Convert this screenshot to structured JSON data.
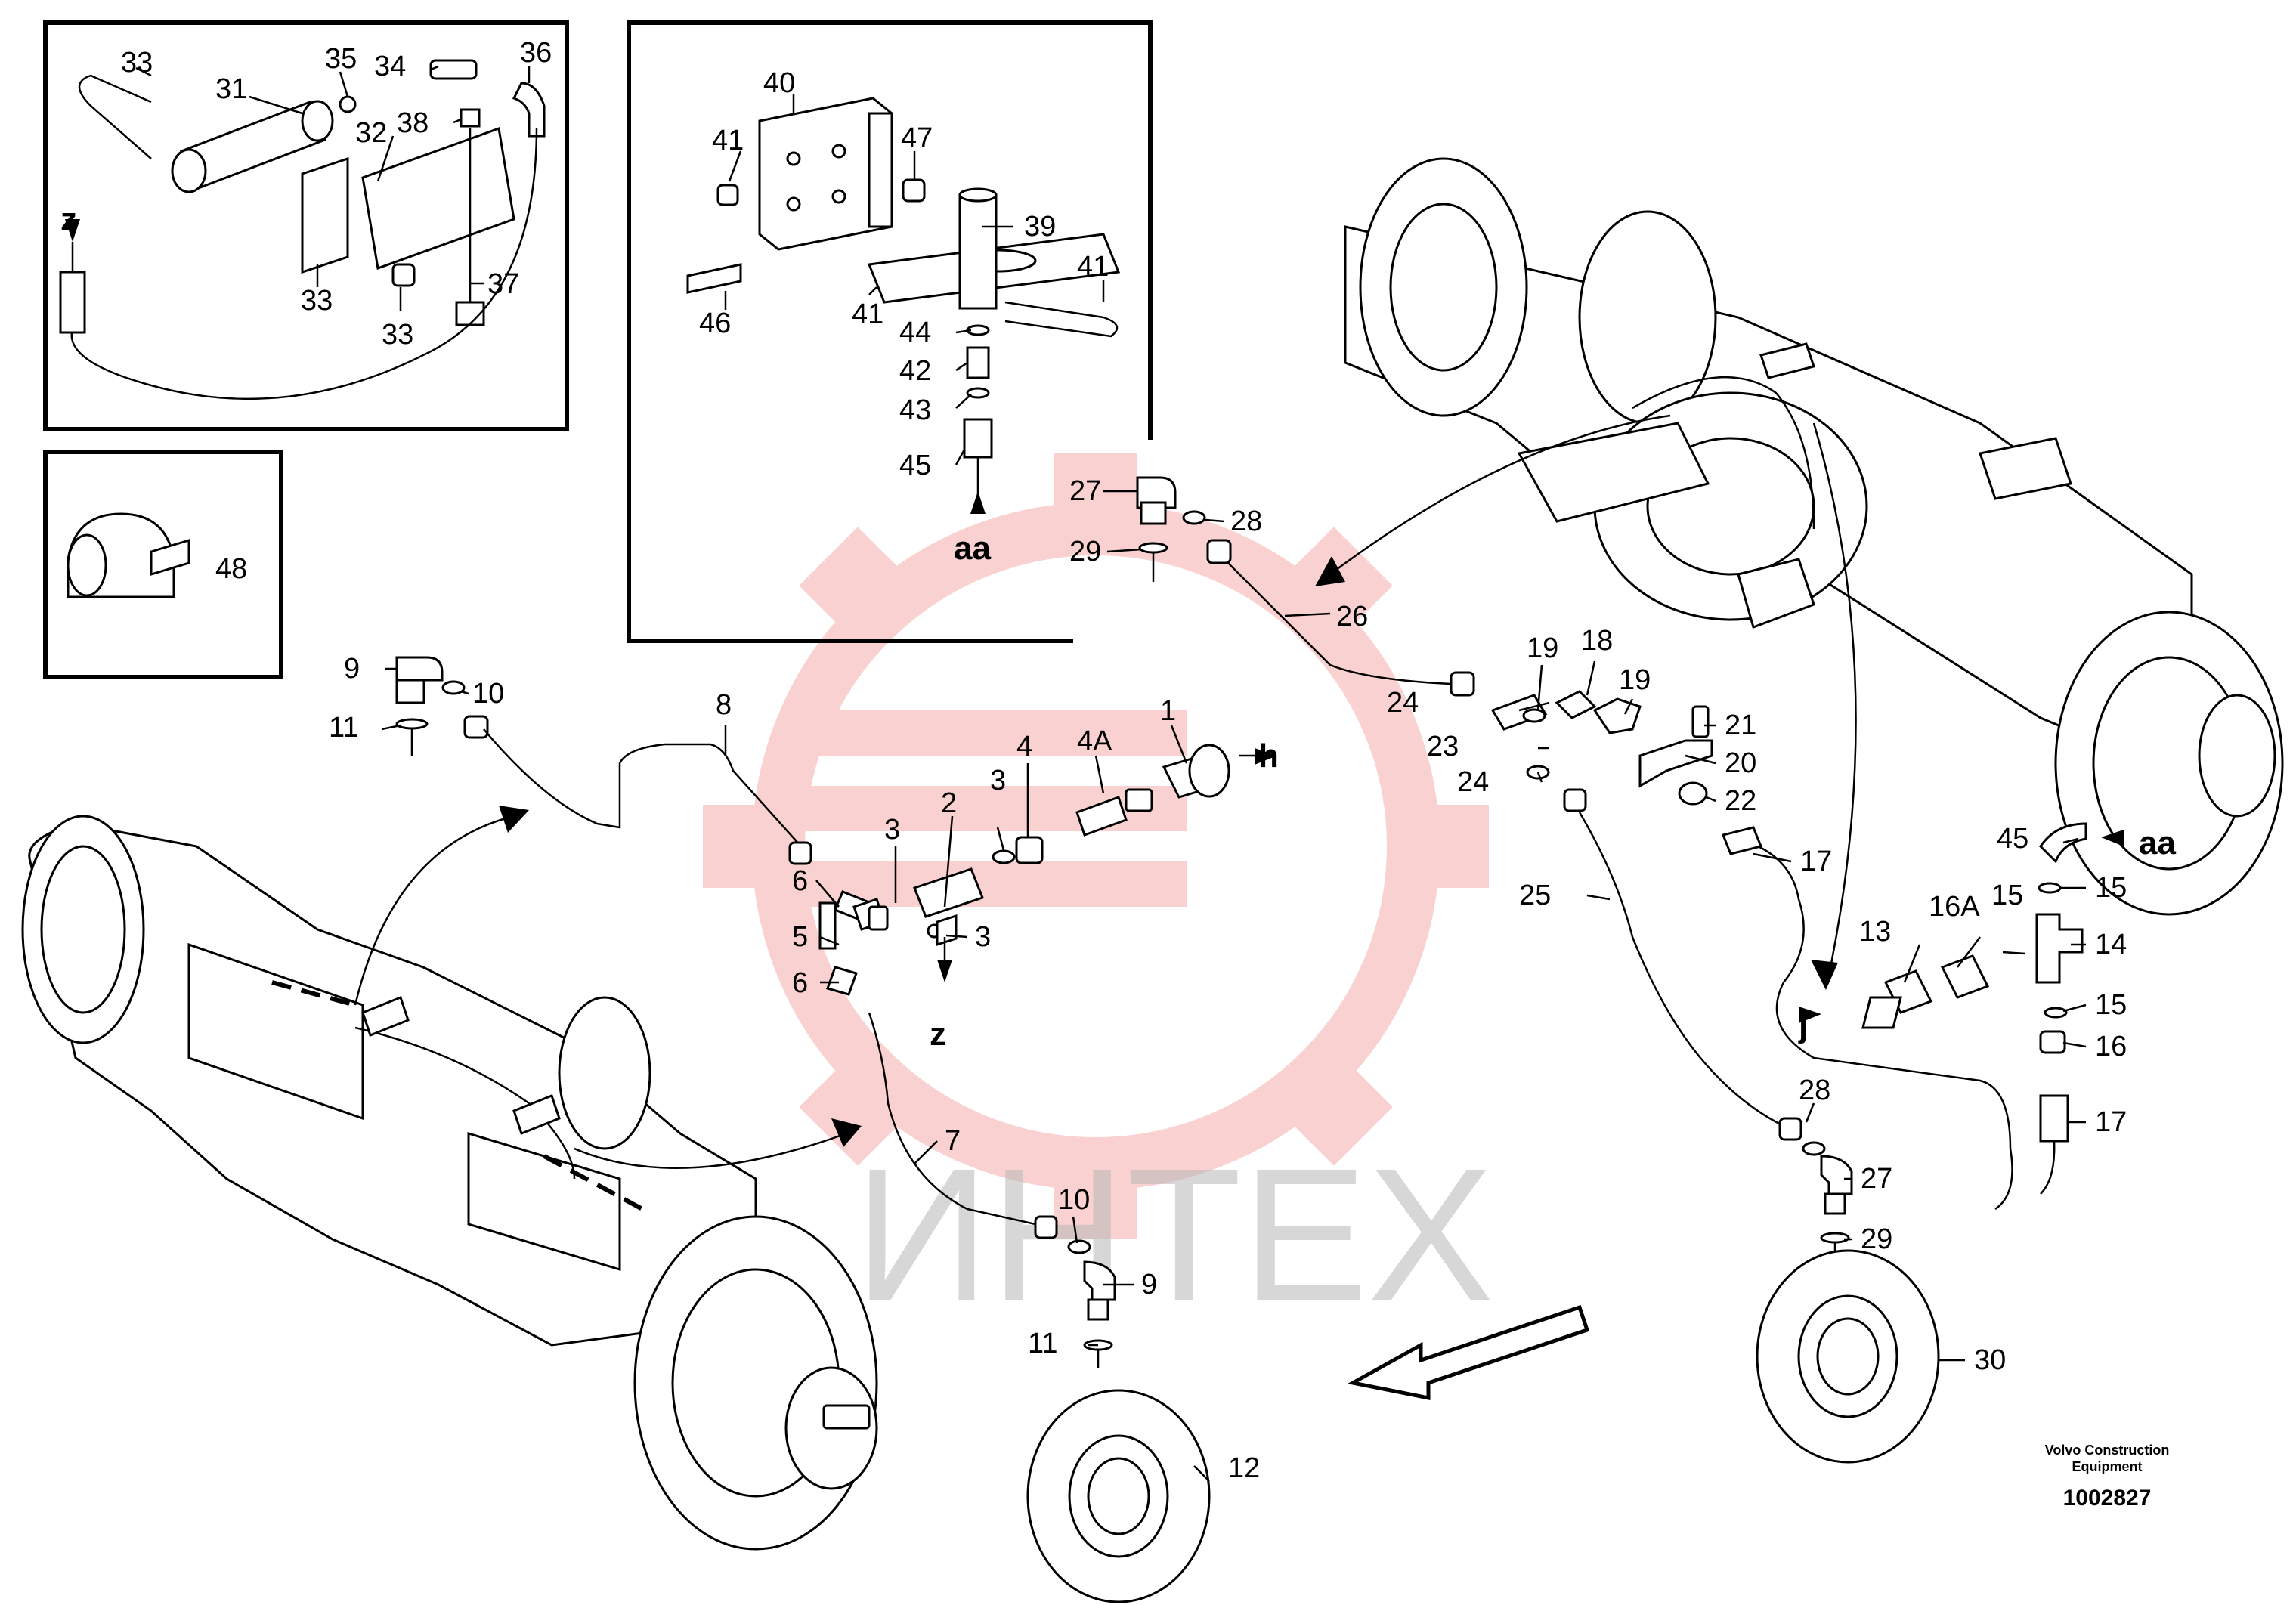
{
  "watermark": {
    "text": "ИНТЕХ",
    "logo_color": "#e8322f"
  },
  "footer": {
    "company_line1": "Volvo Construction",
    "company_line2": "Equipment",
    "drawing_number": "1002827"
  },
  "detail_labels": {
    "z_top": "z",
    "aa_top": "aa",
    "h": "h",
    "z_mid": "z",
    "aa_right": "aa",
    "j": "j"
  },
  "callouts": [
    "33",
    "31",
    "35",
    "34",
    "36",
    "32",
    "38",
    "37",
    "33",
    "33",
    "40",
    "41",
    "47",
    "39",
    "46",
    "41",
    "41",
    "44",
    "42",
    "43",
    "45",
    "48",
    "27",
    "28",
    "29",
    "26",
    "9",
    "10",
    "11",
    "8",
    "1",
    "4A",
    "4",
    "3",
    "2",
    "3",
    "3",
    "6",
    "5",
    "6",
    "7",
    "10",
    "9",
    "11",
    "12",
    "19",
    "18",
    "24",
    "19",
    "21",
    "23",
    "20",
    "24",
    "22",
    "17",
    "25",
    "45",
    "15",
    "14",
    "16A",
    "15",
    "13",
    "15",
    "16",
    "17",
    "28",
    "27",
    "29",
    "30"
  ]
}
